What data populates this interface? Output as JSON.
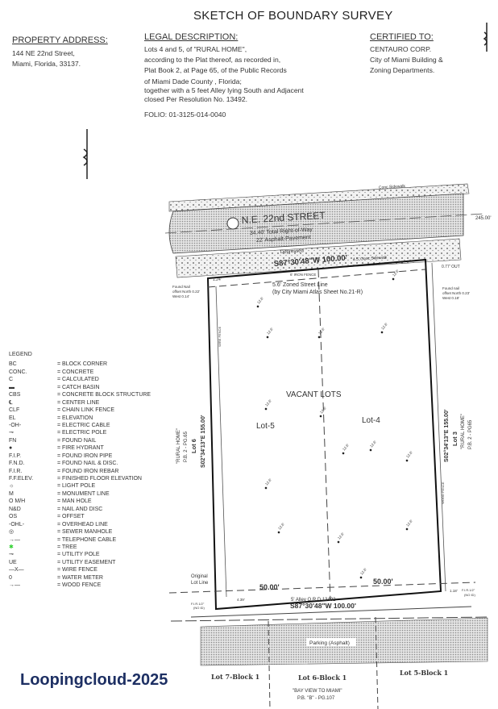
{
  "title": "SKETCH OF BOUNDARY SURVEY",
  "property_address": {
    "heading": "PROPERTY ADDRESS:",
    "lines": [
      "144 NE 22nd Street,",
      "Miami, Florida, 33137."
    ]
  },
  "legal_description": {
    "heading": "LEGAL DESCRIPTION:",
    "lines": [
      "Lots 4 and 5,   of   \"RURAL HOME\",",
      "according to the Plat thereof, as recorded in,",
      "Plat Book 2, at Page 65, of the Public Records",
      "of Miami Dade County , Florida;",
      "together with a 5 feet Alley lying South and Adjacent",
      "closed  Per Resolution No. 13492."
    ],
    "folio": "FOLIO: 01-3125-014-0040"
  },
  "certified_to": {
    "heading": "CERTIFIED TO:",
    "lines": [
      "CENTAURO CORP.",
      "City of Miami  Building &",
      "Zoning  Departments."
    ]
  },
  "legend": {
    "heading": "LEGEND",
    "items": [
      {
        "abbr": "BC",
        "desc": "= BLOCK CORNER"
      },
      {
        "abbr": "CONC.",
        "desc": "= CONCRETE"
      },
      {
        "abbr": "C",
        "desc": "= CALCULATED"
      },
      {
        "abbr": "▬",
        "desc": "= CATCH BASIN"
      },
      {
        "abbr": "CBS",
        "desc": "= CONCRETE BLOCK STRUCTURE"
      },
      {
        "abbr": "℄",
        "desc": "= CENTER LINE"
      },
      {
        "abbr": "CLF",
        "desc": "= CHAIN LINK FENCE"
      },
      {
        "abbr": "EL",
        "desc": "= ELEVATION"
      },
      {
        "abbr": "-OH-",
        "desc": "= ELECTRIC CABLE"
      },
      {
        "abbr": "⊸",
        "desc": "= ELECTRIC POLE"
      },
      {
        "abbr": "FN",
        "desc": "= FOUND NAIL"
      },
      {
        "abbr": "●",
        "desc": "= FIRE HYDRANT"
      },
      {
        "abbr": "F.I.P.",
        "desc": "= FOUND IRON PIPE"
      },
      {
        "abbr": "F.N.D.",
        "desc": "= FOUND NAIL & DISC."
      },
      {
        "abbr": "F.I.R.",
        "desc": "= FOUND IRON REBAR"
      },
      {
        "abbr": "F.F.ELEV.",
        "desc": "= FINISHED FLOOR ELEVATION"
      },
      {
        "abbr": "☼",
        "desc": "= LIGHT POLE"
      },
      {
        "abbr": "M",
        "desc": "= MONUMENT LINE"
      },
      {
        "abbr": "O  M/H",
        "desc": "= MAN HOLE"
      },
      {
        "abbr": "N&D",
        "desc": "= NAIL AND DISC"
      },
      {
        "abbr": "OS",
        "desc": "= OFFSET"
      },
      {
        "abbr": "-OHL-",
        "desc": "= OVERHEAD LINE"
      },
      {
        "abbr": "◎",
        "desc": "= SEWER  MANHOLE"
      },
      {
        "abbr": "→—",
        "desc": "= TELEPHONE CABLE"
      },
      {
        "abbr": "✱",
        "desc": "= TREE"
      },
      {
        "abbr": "⊸",
        "desc": "= UTILITY POLE"
      },
      {
        "abbr": "UE",
        "desc": "= UTILITY EASEMENT"
      },
      {
        "abbr": "—X—",
        "desc": "= WIRE FENCE"
      },
      {
        "abbr": "0",
        "desc": "= WATER METER"
      },
      {
        "abbr": "→—",
        "desc": "= WOOD FENCE"
      }
    ]
  },
  "plan": {
    "street_name": "N.E.  22nd  STREET",
    "right_of_way": "34.40' Total Right-of-Way",
    "pavement": "22' Asphalt-Pavement",
    "sidewalk_top": "Conc Sidewalk",
    "sidewalk_bottom": "4.5' Conc Sidewalk",
    "depressed": "Depressed",
    "north_bearing": "S87°30'48\"W  100.00'",
    "iron_fence": "6' IRON FENCE",
    "zoned_line": "5.6' Zoned Street Line",
    "zoned_ref": "(by City Miami Atlas Sheet No.21-R)",
    "found_nail_left": [
      "Found  Nail",
      "offset  North 0.22'",
      "West 0.14'"
    ],
    "found_nail_right": [
      "Found  nail",
      "offset  North 0.23'",
      "West 0.18'"
    ],
    "dist_right": "245.00'",
    "dim_124": "1.24'",
    "dim_077": "0.77' OUT",
    "vacant": "VACANT  LOTS",
    "lot5": "Lot-5",
    "lot4": "Lot-4",
    "west_bearing": "S02°34'13\"E  155.00'",
    "east_bearing": "S02°34'13\"E  155.00'",
    "west_neighbor": [
      "\"RURAL HOME\"",
      "P.B.  2 - PG.65",
      "Lot 6"
    ],
    "east_neighbor": [
      "Lot 3",
      "\"RURAL HOME\"",
      "P.B.  2 - PG65"
    ],
    "wire_fence": "WIRE FENCE",
    "wood_fence": "WOOD FENCE",
    "elevation": "12.6'",
    "original_lot_line": [
      "Original",
      "Lot Line"
    ],
    "south_left_50": "50.00'",
    "south_right_50": "50.00'",
    "alley": "5' Alley O.R.D 13492",
    "south_bearing": "S87°30'48\"W  100.00'",
    "dim_439": "4.39'",
    "dim_118": "1.18'",
    "fir_left": [
      "F.I.R.1/2\"",
      "(NO ID)"
    ],
    "fir_right": [
      "F.I.R.1/2\"",
      "(NO ID)"
    ],
    "parking": "Parking (Asphalt)",
    "lot7": "Lot 7-Block 1",
    "lot6b": "Lot 6-Block 1",
    "lot5b": "Lot 5-Block 1",
    "bay_view": [
      "\"BAY VIEW TO MIAMI\"",
      "P.B.   \"B\" - PG.107"
    ]
  },
  "watermark": "Loopingcloud-2025",
  "colors": {
    "ink": "#222222",
    "watermark": "#1d2f63",
    "hatch": "#bdbdbd",
    "tree": "#2fd02f"
  }
}
